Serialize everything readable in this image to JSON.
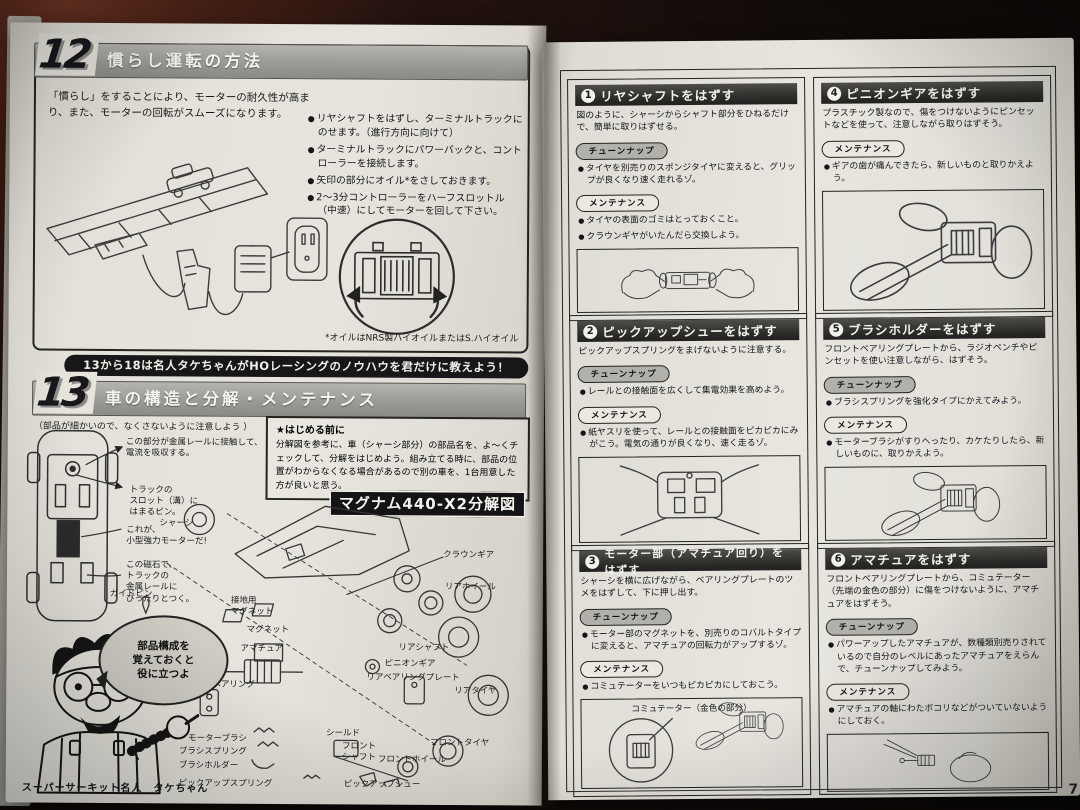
{
  "booklet": {
    "left": {
      "sec12": {
        "num": "12",
        "title": "慣らし運転の方法",
        "intro": "「慣らし」をすることにより、モーターの耐久性が高まり、また、モーターの回転がスムーズになります。",
        "bullets": [
          "リヤシャフトをはずし、ターミナルトラックにのせます。（進行方向に向けて）",
          "ターミナルトラックにパワーパックと、コントローラーを接続します。",
          "矢印の部分にオイル*をさしておきます。",
          "2〜3分コントローラーをハーフスロットル（中速）にしてモーターを回して下さい。"
        ],
        "oil_note": "*オイルはNRS製ハイオイルまたはS.ハイオイル"
      },
      "banner": "13から18は名人タケちゃんがHOレーシングのノウハウを君だけに教えよう！",
      "sec13": {
        "num": "13",
        "title": "車の構造と分解・メンテナンス",
        "caution": "（部品が細かいので、なくさないように注意しよう ）",
        "before_title": "★はじめる前に",
        "before_body": "分解図を参考に、車（シャーシ部分）の部品名を、よ〜くチェックして、分解をはじめよう。組み立てる時に、部品の位置がわからなくなる場合があるので別の車を、1台用意した方が良いと思う。",
        "diagram_title": "マグナム440-X2分解図",
        "callouts": [
          "この部分が金属レールに接触して、\n電流を吸収する。",
          "トラックの\nスロット（溝）に\nはまるピン。",
          "これが、\n小型強力モーターだ!",
          "この磁石で、\nトラックの\n金属レールに\nぴったりとつく。"
        ],
        "parts": {
          "chassis": "シャーシ",
          "crown_gear": "クラウンギア",
          "rear_wheel": "リアホイール",
          "guide_pin": "ガイドピン",
          "ground_magnet": "接地用\nマグネット",
          "magnet": "マグネット",
          "armature": "アマチュア",
          "rear_shaft": "リアシャフト",
          "pinion_gear": "ピニオンギア",
          "rear_bearing_plate": "リアベアリングプレート",
          "rear_tire": "リアタイヤ",
          "front_bearing_plate": "フロントベアリング\nプレート",
          "motor_brush": "モーターブラシ",
          "brush_spring": "ブラシスプリング",
          "brush_holder": "ブラシホルダー",
          "pickup_spring": "ピックアップスプリング",
          "shield": "シールド",
          "front_shaft": "フロント\nシャフト",
          "front_wheel": "フロントホイール",
          "front_tire": "フロントタイヤ",
          "pickup_shoe": "ピックアップシュー"
        },
        "bubble": "部品構成を\n覚えておくと\n役に立つよ",
        "mascot_caption": "スーパーサーキット名人　タケちゃん"
      }
    },
    "right": {
      "tuneup_label": "チューンナップ",
      "maintenance_label": "メンテナンス",
      "page_no": "7",
      "steps": [
        {
          "n": "1",
          "title": "リヤシャフトをはずす",
          "body": "図のように、シャーシからシャフト部分をひねるだけで、簡単に取りはずせる。",
          "tune": [
            "タイヤを別売りのスポンジタイヤに変えると、グリップが良くなり速く走れるゾ。"
          ],
          "maint": [
            "タイヤの表面のゴミはとっておくこと。",
            "クラウンギヤがいたんだら交換しよう。"
          ]
        },
        {
          "n": "2",
          "title": "ピックアップシューをはずす",
          "body": "ピックアップスプリングをまげないように注意する。",
          "tune": [
            "レールとの接触面を広くして集電効果を高めよう。"
          ],
          "maint": [
            "紙ヤスリを使って、レールとの接触面をピカピカにみがこう。電気の通りが良くなり、速く走るゾ。"
          ]
        },
        {
          "n": "3",
          "title": "モーター部（アマチュア回り）をはずす",
          "body": "シャーシを横に広げながら、ベアリングプレートのツメをはずして、下に押し出す。",
          "tune": [
            "モーター部のマグネットを、別売りのコバルトタイプに変えると、アマチュアの回転力がアップするゾ。"
          ],
          "maint": [
            "コミュテーターをいつもピカピカにしておこう。"
          ],
          "caption": "コミュテーター（金色の部分）"
        },
        {
          "n": "4",
          "title": "ピニオンギアをはずす",
          "body": "プラスチック製なので、傷をつけないようにピンセットなどを使って、注意しながら取りはずそう。",
          "maint": [
            "ギアの歯が痛んできたら、新しいものと取りかえよう。"
          ]
        },
        {
          "n": "5",
          "title": "ブラシホルダーをはずす",
          "body": "フロントベアリングプレートから、ラジオペンチやピンセットを使い注意しながら、はずそう。",
          "tune": [
            "ブラシスプリングを強化タイプにかえてみよう。"
          ],
          "maint": [
            "モーターブラシがすりへったり、カケたりしたら、新しいものに、取りかえよう。"
          ]
        },
        {
          "n": "6",
          "title": "アマチュアをはずす",
          "body": "フロントベアリングプレートから、コミュテーター（先端の金色の部分）に傷をつけないように、アマチュアをはずそう。",
          "tune": [
            "パワーアップしたアマチュアが、数種類別売りされているので自分のレベルにあったアマチュアをえらんで、チューンナップしてみよう。"
          ],
          "maint": [
            "アマチュアの軸にわたボコリなどがついていないようにしておく。"
          ]
        }
      ]
    }
  }
}
